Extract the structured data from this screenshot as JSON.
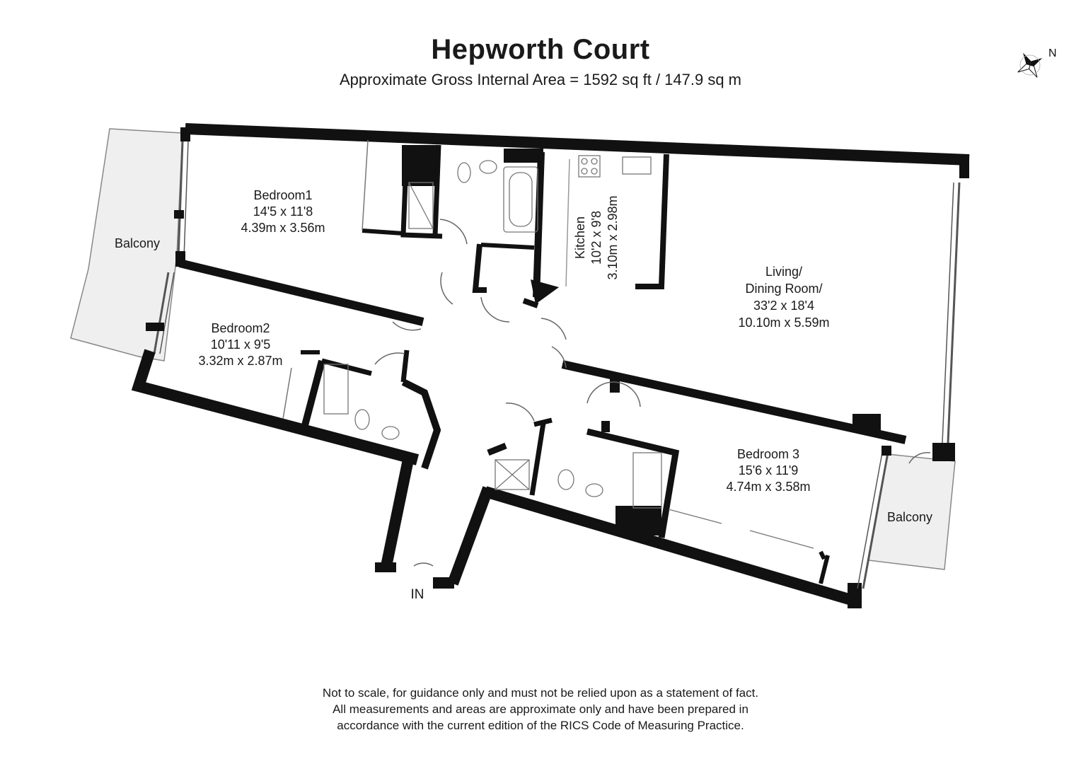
{
  "header": {
    "title": "Hepworth Court",
    "subtitle": "Approximate Gross Internal Area = 1592 sq ft / 147.9 sq m"
  },
  "compass": {
    "label": "N",
    "icon": "compass-rose-icon"
  },
  "rooms": {
    "bedroom1": {
      "name": "Bedroom1",
      "imperial": "14'5 x 11'8",
      "metric": "4.39m x 3.56m"
    },
    "bedroom2": {
      "name": "Bedroom2",
      "imperial": "10'11 x 9'5",
      "metric": "3.32m x 2.87m"
    },
    "bedroom3": {
      "name": "Bedroom 3",
      "imperial": "15'6 x 11'9",
      "metric": "4.74m x 3.58m"
    },
    "kitchen": {
      "name": "Kitchen",
      "imperial": "10'2 x 9'8",
      "metric": "3.10m x 2.98m"
    },
    "living": {
      "name_line1": "Living/",
      "name_line2": "Dining Room/",
      "imperial": "33'2 x 18'4",
      "metric": "10.10m x 5.59m"
    },
    "balcony_left": {
      "name": "Balcony"
    },
    "balcony_right": {
      "name": "Balcony"
    },
    "entrance": {
      "name": "IN"
    }
  },
  "footer": {
    "line1": "Not to scale, for guidance only and must not be relied upon as a statement of fact.",
    "line2": "All measurements and areas are approximate only and have been prepared in",
    "line3": "accordance with the current edition of the RICS Code of Measuring Practice."
  },
  "colors": {
    "wall": "#111111",
    "balcony_fill": "#eeeeee",
    "line": "#777777"
  }
}
